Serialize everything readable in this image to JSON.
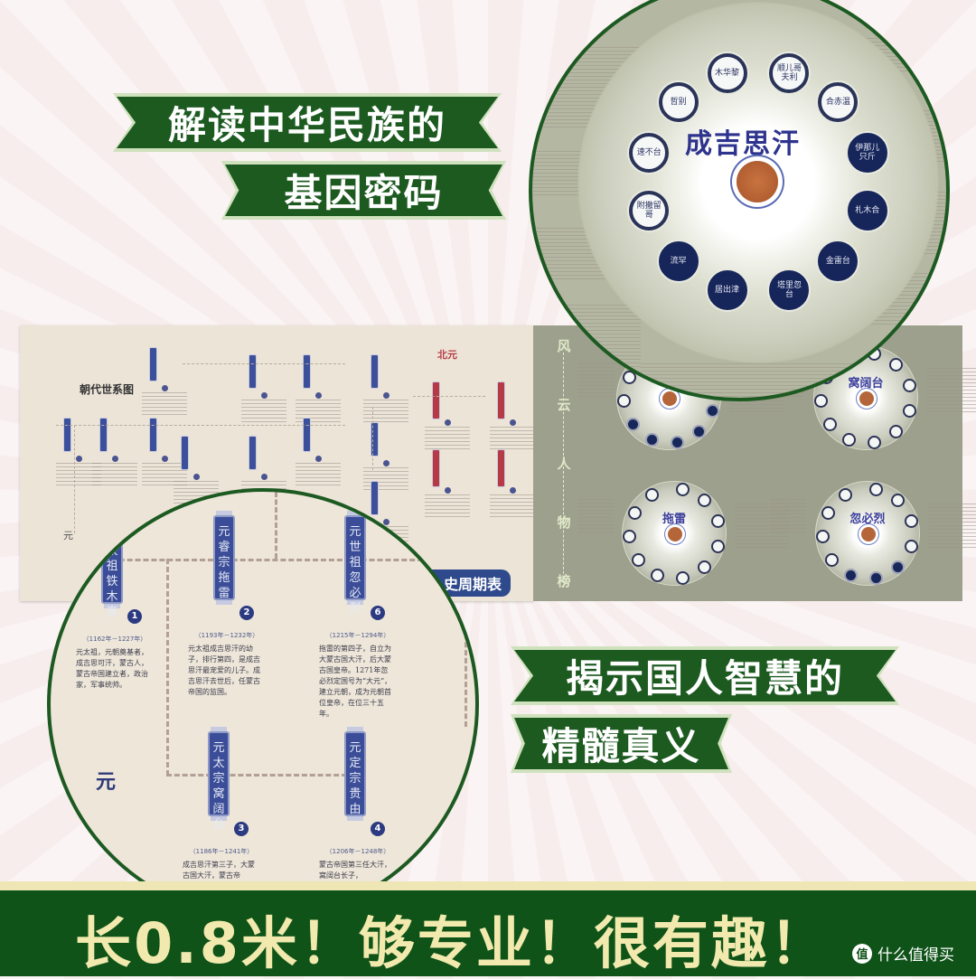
{
  "headlines": {
    "line1": "解读中华民族的",
    "line2": "基因密码",
    "line3": "揭示国人智慧的",
    "line4": "精髓真义"
  },
  "slogan": "长0.8米！够专业！很有趣！",
  "watermark": {
    "icon": "值",
    "text": "什么值得买"
  },
  "poster_left": {
    "title": "朝代世系图",
    "dynasty_label": "元",
    "northern_yuan_label": "北元",
    "badge": "史周期表"
  },
  "poster_right": {
    "vertical_title": [
      "风",
      "云",
      "人",
      "物",
      "榜"
    ],
    "wheels": [
      {
        "name": ""
      },
      {
        "name": "窝阔台"
      },
      {
        "name": "拖雷"
      },
      {
        "name": "忽必烈"
      }
    ]
  },
  "zoom_top": {
    "center_name": "成吉思汗",
    "ring_figures": [
      "木华黎",
      "顺儿哥夫利",
      "合赤温",
      "伊那儿只斤",
      "札木合",
      "金雷台",
      "塔里忽台",
      "居出津",
      "流罕",
      "附撒留哥",
      "速不台",
      "哲别"
    ]
  },
  "zoom_bottom": {
    "dynasty_label": "元",
    "rulers": [
      {
        "title": "元太祖铁木真",
        "number": "1",
        "years": "（1162年－1227年）",
        "desc": "元太祖，元朝奠基者，成吉思可汗，蒙古人，蒙古帝国建立者，政治家，军事统帅。"
      },
      {
        "title": "元睿宗拖雷",
        "number": "2",
        "years": "（1193年－1232年）",
        "desc": "元太祖成吉思汗的幼子，排行第四，是成吉思汗最宠爱的儿子。成吉思汗去世后，任蒙古帝国的监国。"
      },
      {
        "title": "元世祖忽必烈",
        "number": "6",
        "years": "（1215年－1294年）",
        "desc": "拖雷的第四子，自立为大蒙古国大汗，后大蒙古国皇帝。1271年忽必烈定国号为“大元”，建立元朝，成为元朝首位皇帝，在位三十五年。"
      },
      {
        "title": "元太宗窝阔台",
        "number": "3",
        "years": "（1186年－1241年）",
        "desc": "成吉思汗第三子，大蒙古国大汗，蒙古帝"
      },
      {
        "title": "元定宗贵由",
        "number": "4",
        "years": "（1206年－1248年）",
        "desc": "蒙古帝国第三任大汗，窝阔台长子，"
      }
    ]
  }
}
